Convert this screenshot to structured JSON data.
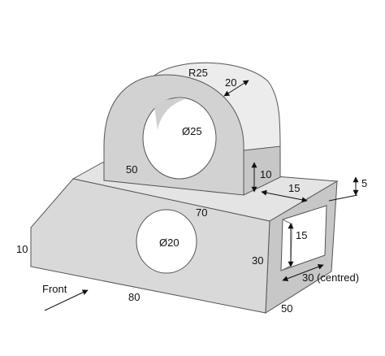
{
  "colors": {
    "front_face": "#d9d9d9",
    "top_face": "#e4e4e4",
    "side_face": "#c7c7c7",
    "boss_face": "#d2d2d2",
    "boss_curve": "#ececec",
    "hole_inner": "#ffffff",
    "edge": "#555555",
    "dimension": "#111111"
  },
  "labels": {
    "radius": "R25",
    "boss_thickness": "20",
    "hole_boss": "Ø25",
    "boss_width": "50",
    "boss_height": "10",
    "boss_offset": "15",
    "step_height": "5",
    "base_length": "70",
    "hole_front": "Ø20",
    "slot_height": "15",
    "base_height": "30",
    "slot_width": "30 (centred)",
    "depth": "50",
    "front_length": "80",
    "front_edge": "10",
    "view_label": "Front"
  }
}
